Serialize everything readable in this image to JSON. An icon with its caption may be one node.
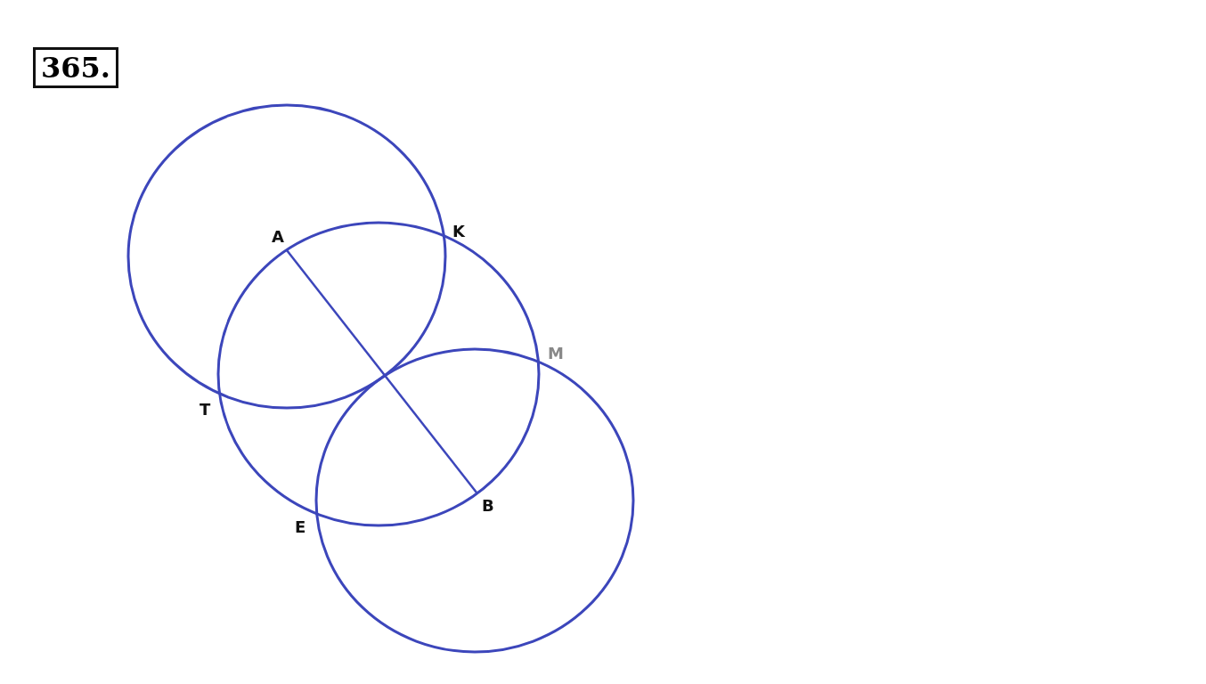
{
  "diagram": {
    "labels": [
      "365.",
      "A",
      "K",
      "M",
      "T",
      "B",
      "E"
    ]
  }
}
